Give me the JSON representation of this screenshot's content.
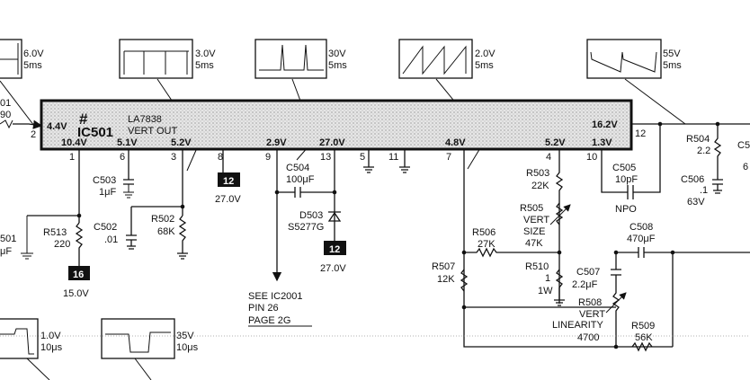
{
  "ic": {
    "ref": "IC501",
    "part": "LA7838",
    "function": "VERT OUT",
    "pin_voltages": {
      "p2_left": "4.4V",
      "p1": "10.4V",
      "p6": "5.1V",
      "p3": "5.2V",
      "p9": "2.9V",
      "p13": "27.0V",
      "p7": "4.8V",
      "p4": "5.2V",
      "p10": "1.3V",
      "p12": "16.2V"
    },
    "pins": [
      "2",
      "1",
      "6",
      "3",
      "8",
      "9",
      "13",
      "5",
      "11",
      "7",
      "4",
      "10",
      "12"
    ]
  },
  "waveforms": [
    {
      "id": "w1",
      "volts": "6.0V",
      "time": "5ms"
    },
    {
      "id": "w2",
      "volts": "3.0V",
      "time": "5ms"
    },
    {
      "id": "w3",
      "volts": "30V",
      "time": "5ms"
    },
    {
      "id": "w4",
      "volts": "2.0V",
      "time": "5ms"
    },
    {
      "id": "w5",
      "volts": "55V",
      "time": "5ms"
    },
    {
      "id": "w6",
      "volts": "1.0V",
      "time": "10μs"
    },
    {
      "id": "w7",
      "volts": "35V",
      "time": "10μs"
    }
  ],
  "components": {
    "c503": {
      "ref": "C503",
      "value": "1μF"
    },
    "c502": {
      "ref": "C502",
      "value": ".01"
    },
    "r502": {
      "ref": "R502",
      "value": "68K"
    },
    "r513": {
      "ref": "R513",
      "value": "220"
    },
    "c504": {
      "ref": "C504",
      "value": "100μF"
    },
    "d503": {
      "ref": "D503",
      "value": "S5277G"
    },
    "r503": {
      "ref": "R503",
      "value": "22K"
    },
    "r505": {
      "ref": "R505",
      "line1": "VERT",
      "line2": "SIZE",
      "value": "47K"
    },
    "r506": {
      "ref": "R506",
      "value": "27K"
    },
    "r507": {
      "ref": "R507",
      "value": "12K"
    },
    "r510": {
      "ref": "R510",
      "value": "1",
      "rating": "1W"
    },
    "c505": {
      "ref": "C505",
      "value": "10pF",
      "type": "NPO"
    },
    "c508": {
      "ref": "C508",
      "value": "470μF"
    },
    "c507": {
      "ref": "C507",
      "value": "2.2μF"
    },
    "r508": {
      "ref": "R508",
      "line1": "VERT",
      "line2": "LINEARITY",
      "value": "4700"
    },
    "r509": {
      "ref": "R509",
      "value": "56K"
    },
    "r504": {
      "ref": "R504",
      "value": "2.2"
    },
    "c506": {
      "ref": "C506",
      "value": ".1",
      "rating": "63V"
    },
    "partial_left_top": {
      "ref": "01",
      "value": "90"
    },
    "partial_left_mid": {
      "ref": "501",
      "value": "μF"
    },
    "partial_right_top": {
      "ref": "C5",
      "value": "6"
    }
  },
  "supply_tags": [
    {
      "id": "tag12a",
      "number": "12",
      "voltage": "27.0V"
    },
    {
      "id": "tag12b",
      "number": "12",
      "voltage": "27.0V"
    },
    {
      "id": "tag16",
      "number": "16",
      "voltage": "15.0V"
    }
  ],
  "note": {
    "line1": "SEE IC2001",
    "line2": "PIN 26",
    "line3": "PAGE 2G"
  }
}
